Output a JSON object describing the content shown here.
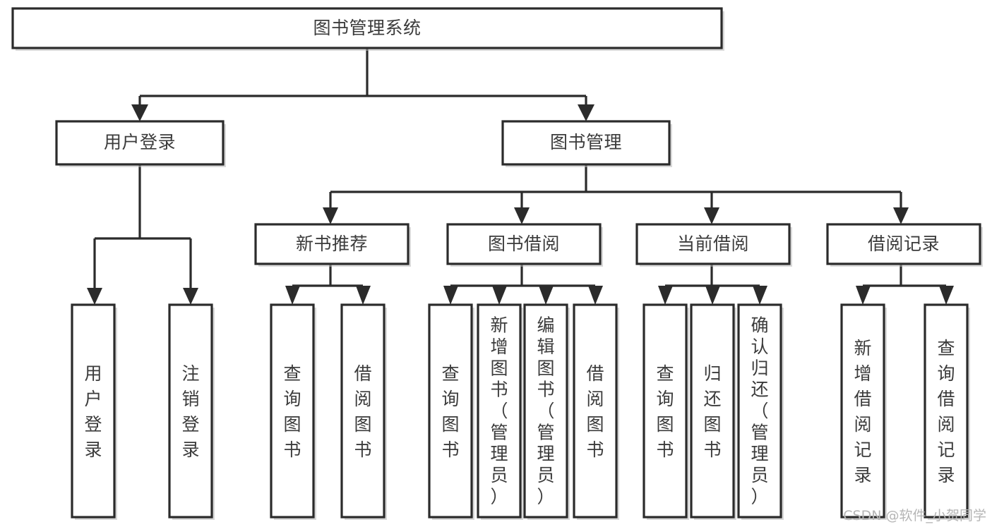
{
  "diagram": {
    "kind": "tree-structure-chart",
    "title": "图书管理系统",
    "watermark": "CSDN @软件_小贺同学",
    "colors": {
      "background": "#ffffff",
      "box_fill": "#ffffff",
      "box_stroke": "#2b2b2b",
      "text": "#3b3b3b",
      "connector": "#2b2b2b",
      "watermark": "#b5b5b5"
    },
    "root": {
      "label": "图书管理系统"
    },
    "level2": [
      {
        "label": "用户登录"
      },
      {
        "label": "图书管理"
      }
    ],
    "level3": [
      {
        "label": "新书推荐"
      },
      {
        "label": "图书借阅"
      },
      {
        "label": "当前借阅"
      },
      {
        "label": "借阅记录"
      }
    ],
    "leaves": {
      "user_login": [
        {
          "label": "用户登录"
        },
        {
          "label": "注销登录"
        }
      ],
      "new_book_recommend": [
        {
          "label": "查询图书"
        },
        {
          "label": "借阅图书"
        }
      ],
      "book_borrow": [
        {
          "label": "查询图书"
        },
        {
          "label": "新增图书（管理员）"
        },
        {
          "label": "编辑图书（管理员）"
        },
        {
          "label": "借阅图书"
        }
      ],
      "current_borrow": [
        {
          "label": "查询图书"
        },
        {
          "label": "归还图书"
        },
        {
          "label": "确认归还（管理员）"
        }
      ],
      "borrow_record": [
        {
          "label": "新增借阅记录"
        },
        {
          "label": "查询借阅记录"
        }
      ]
    }
  }
}
